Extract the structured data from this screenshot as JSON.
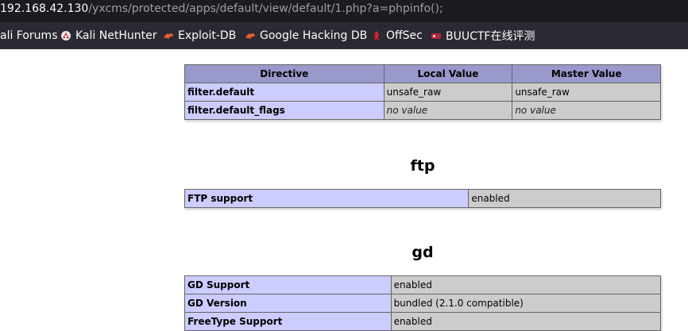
{
  "browser": {
    "url_host": "192.168.42.130",
    "url_path": "/yxcms/protected/apps/default/view/default/1.php?a=phpinfo();",
    "bookmarks": [
      {
        "label": "ali Forums",
        "icon": "kali-icon"
      },
      {
        "label": "Kali NetHunter",
        "icon": "nethunter-icon"
      },
      {
        "label": "Exploit-DB",
        "icon": "exploitdb-icon"
      },
      {
        "label": "Google Hacking DB",
        "icon": "ghdb-icon"
      },
      {
        "label": "OffSec",
        "icon": "offsec-icon"
      },
      {
        "label": "BUUCTF在线评测",
        "icon": "buuctf-icon"
      }
    ]
  },
  "filter_table": {
    "headers": [
      "Directive",
      "Local Value",
      "Master Value"
    ],
    "rows": [
      {
        "directive": "filter.default",
        "local": "unsafe_raw",
        "master": "unsafe_raw"
      },
      {
        "directive": "filter.default_flags",
        "local": "no value",
        "master": "no value"
      }
    ]
  },
  "ftp": {
    "title": "ftp",
    "rows": [
      {
        "key": "FTP support",
        "value": "enabled"
      }
    ]
  },
  "gd": {
    "title": "gd",
    "rows": [
      {
        "key": "GD Support",
        "value": "enabled"
      },
      {
        "key": "GD Version",
        "value": "bundled (2.1.0 compatible)"
      },
      {
        "key": "FreeType Support",
        "value": "enabled"
      }
    ]
  },
  "colors": {
    "header": "#9999cc",
    "key_cell": "#ccccff",
    "value_cell": "#cccccc",
    "toolbar": "#2b2a33"
  }
}
